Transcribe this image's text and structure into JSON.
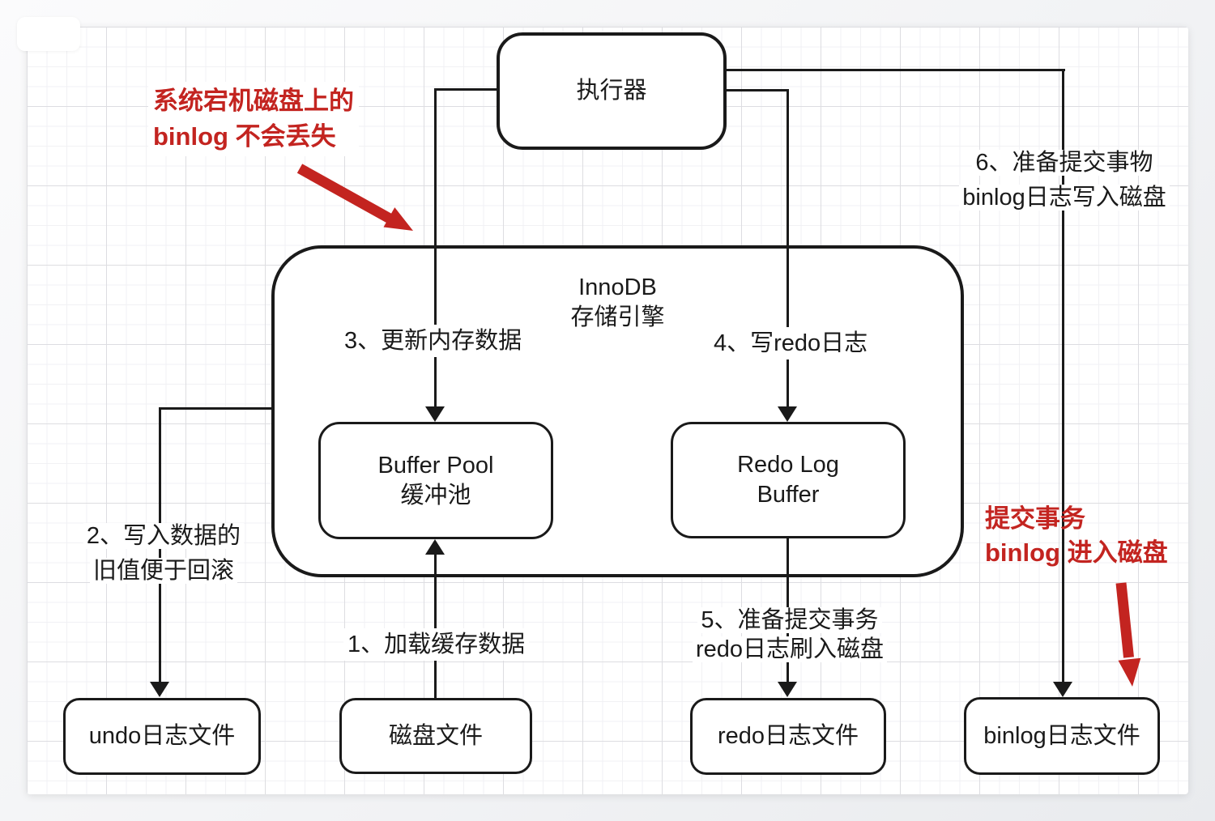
{
  "colors": {
    "stroke": "#1a1a1a",
    "annotation_red": "#c32420",
    "shape_fill": "#ffffff",
    "grid_minor": "#f1f1f4",
    "grid_major": "#dddde1"
  },
  "nodes": {
    "executor": {
      "label": "执行器"
    },
    "innodb": {
      "line1": "InnoDB",
      "line2": "存储引擎"
    },
    "buffer_pool": {
      "line1": "Buffer Pool",
      "line2": "缓冲池"
    },
    "redo_log_buffer": {
      "line1": "Redo Log",
      "line2": "Buffer"
    },
    "undo_file": {
      "label": "undo日志文件"
    },
    "disk_file": {
      "label": "磁盘文件"
    },
    "redo_file": {
      "label": "redo日志文件"
    },
    "binlog_file": {
      "label": "binlog日志文件"
    }
  },
  "steps": {
    "step1": {
      "line1": "1、加载缓存数据"
    },
    "step2": {
      "line1": "2、写入数据的",
      "line2": "旧值便于回滚"
    },
    "step3": {
      "line1": "3、更新内存数据"
    },
    "step4": {
      "line1": "4、写redo日志"
    },
    "step5": {
      "line1": "5、准备提交事务",
      "line2": "redo日志刷入磁盘"
    },
    "step6": {
      "line1": "6、准备提交事物",
      "line2": "binlog日志写入磁盘"
    }
  },
  "notes": {
    "crash": {
      "line1": "系统宕机磁盘上的",
      "line2": "binlog 不会丢失"
    },
    "commit": {
      "line1": "提交事务",
      "line2": "binlog 进入磁盘"
    }
  }
}
